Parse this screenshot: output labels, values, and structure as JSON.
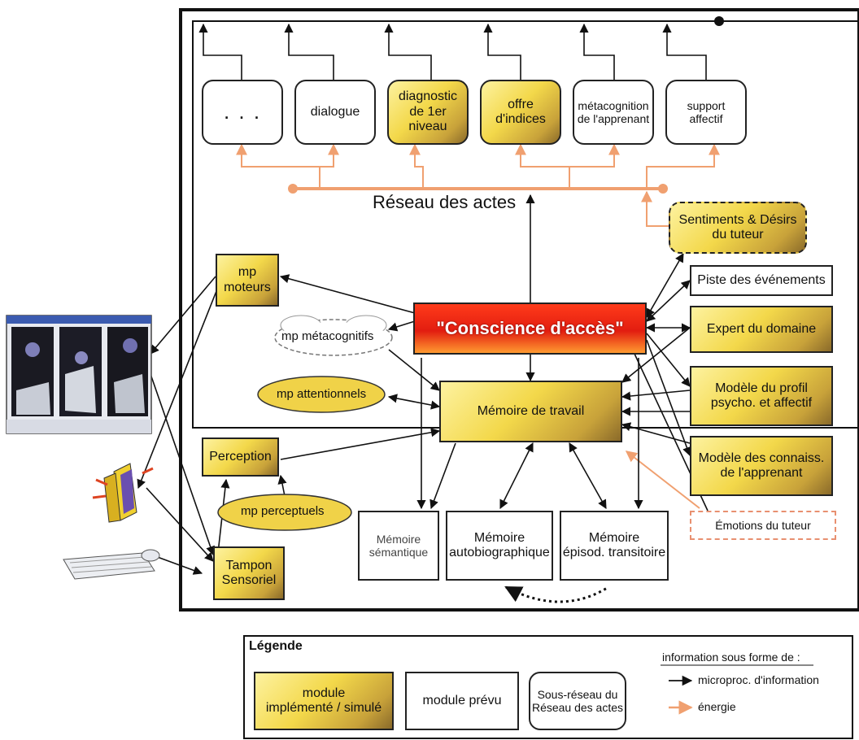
{
  "colors": {
    "frame": "#111111",
    "energy": "#f0a070",
    "gold": "#f3d84a",
    "conscience": "#e21d10"
  },
  "acts": [
    {
      "id": "ellipsis",
      "label": ". . ."
    },
    {
      "id": "dialogue",
      "label": "dialogue"
    },
    {
      "id": "diagnostic",
      "label": "diagnostic\nde 1er niveau"
    },
    {
      "id": "offre",
      "label": "offre\nd'indices"
    },
    {
      "id": "metacog",
      "label": "métacognition\nde l'apprenant"
    },
    {
      "id": "support",
      "label": "support\naffectif"
    }
  ],
  "reseau_label": "Réseau des actes",
  "sentiments": "Sentiments & Désirs\ndu tuteur",
  "conscience": "\"Conscience d'accès\"",
  "memoire_travail": "Mémoire de travail",
  "mp_moteurs": "mp\nmoteurs",
  "mp_metacognitifs": "mp métacognitifs",
  "mp_attentionnels": "mp attentionnels",
  "perception": "Perception",
  "mp_perceptuels": "mp perceptuels",
  "tampon": "Tampon\nSensoriel",
  "right_modules": {
    "piste": "Piste des événements",
    "expert": "Expert du domaine",
    "profil": "Modèle du profil\npsycho. et affectif",
    "connaiss": "Modèle des connaiss.\nde l'apprenant",
    "emotions": "Émotions du tuteur"
  },
  "memories": {
    "semantique": "Mémoire\nsémantique",
    "autobio": "Mémoire\nautobiographique",
    "episod": "Mémoire\népisod. transitoire"
  },
  "legend": {
    "title": "Légende",
    "implemented": "module\nimplémenté / simulé",
    "planned": "module prévu",
    "subnetwork": "Sous-réseau du\nRéseau des actes",
    "info_title": "information sous forme de :",
    "info_arrow": "microproc. d'information",
    "energy_arrow": "énergie"
  }
}
